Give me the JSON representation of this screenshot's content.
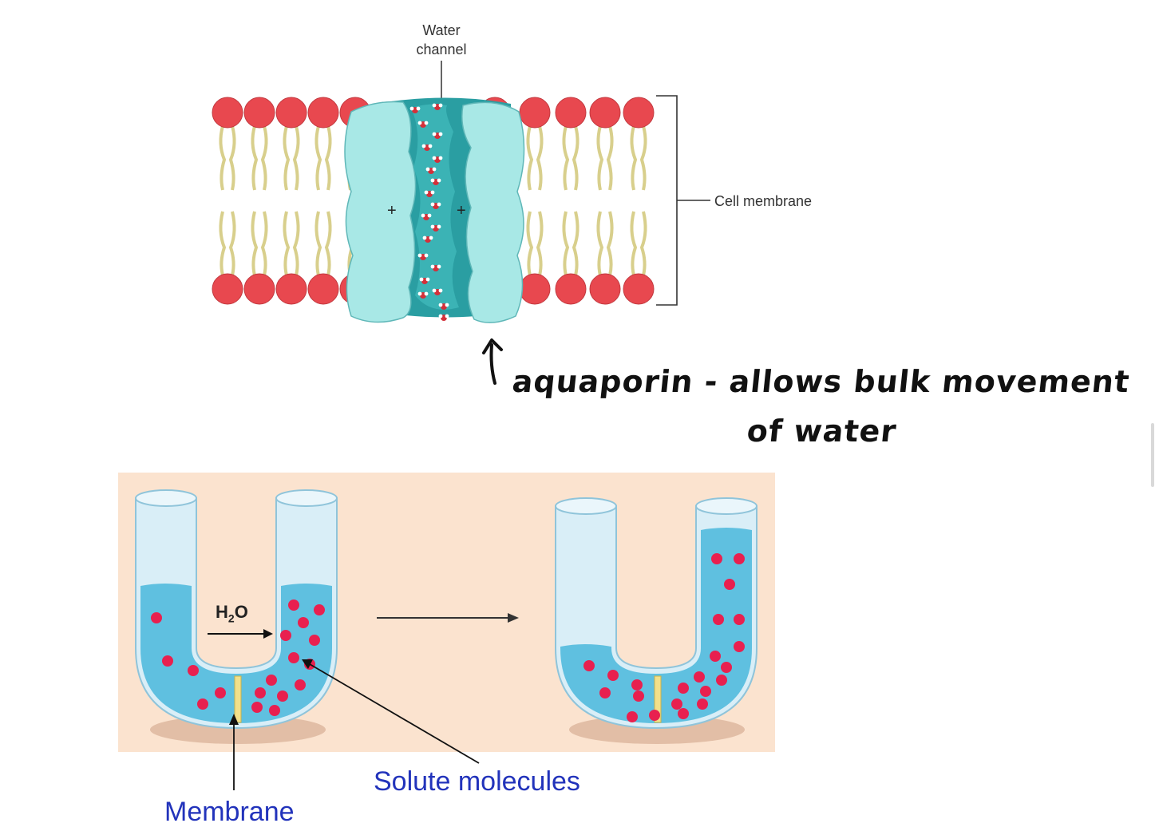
{
  "membrane_figure": {
    "water_channel_label": "Water\nchannel",
    "cell_membrane_label": "Cell membrane",
    "charge_left": "+",
    "charge_right": "+"
  },
  "annotation": {
    "line1": "aquaporin - allows bulk movement",
    "line2": "of water"
  },
  "osmosis_figure": {
    "h2o_main": "H",
    "h2o_sub": "2",
    "h2o_tail": "O",
    "membrane_label": "Membrane",
    "solute_label": "Solute molecules"
  },
  "colors": {
    "phospholipid_head": "#e8484f",
    "tail": "#d8cf8c",
    "channel": "#a8e8e6",
    "channel_dark": "#1f8f93",
    "panel_bg": "#fbe3cf",
    "water": "#5fc0e0",
    "solute": "#e8204f",
    "blue_label": "#2233bb"
  }
}
